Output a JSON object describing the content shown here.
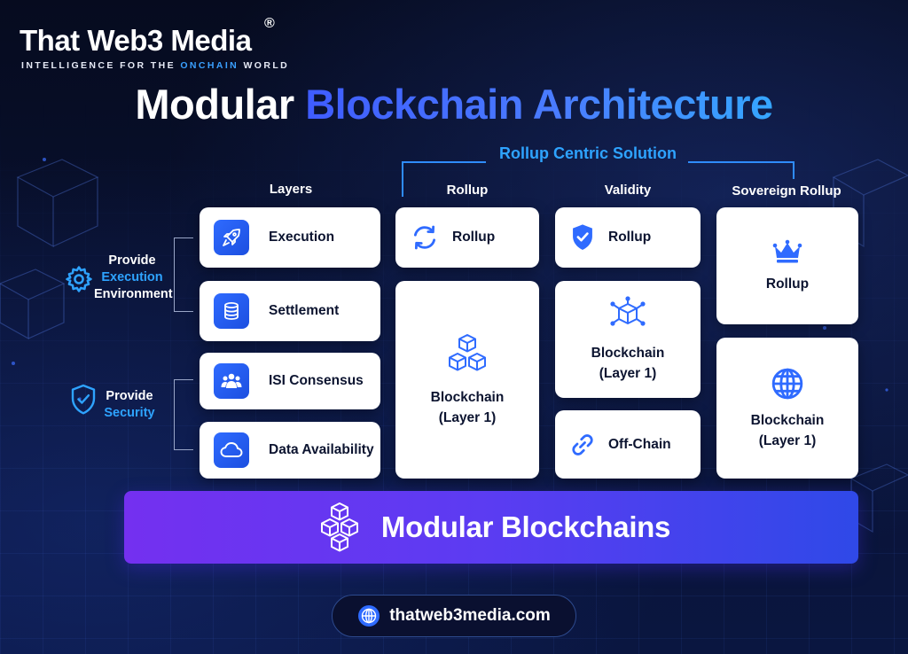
{
  "brand": {
    "name": "That Web3 Media",
    "registered": "®",
    "tagline_start": "INTELLIGENCE FOR THE ",
    "tagline_highlight": "ONCHAIN",
    "tagline_end": " WORLD"
  },
  "title": {
    "part1": "Modular ",
    "part2": "Blockchain Architecture"
  },
  "bracket_label": "Rollup Centric Solution",
  "columns": {
    "layers": "Layers",
    "rollup": "Rollup",
    "validity": "Validity",
    "sovereign": "Sovereign Rollup"
  },
  "side_groups": {
    "execution": {
      "line1": "Provide",
      "line2": "Execution",
      "line3": "Environment",
      "icon": "gear-icon"
    },
    "security": {
      "line1": "Provide",
      "line2": "Security",
      "icon": "shield-icon"
    }
  },
  "layers": [
    {
      "label": "Execution",
      "icon": "rocket-icon"
    },
    {
      "label": "Settlement",
      "icon": "database-icon"
    },
    {
      "label": "ISI Consensus",
      "icon": "users-icon"
    },
    {
      "label": "Data Availability",
      "icon": "cloud-icon"
    }
  ],
  "rollup_col": {
    "top": {
      "label": "Rollup",
      "icon": "sync-icon"
    },
    "bottom": {
      "line1": "Blockchain",
      "line2": "(Layer 1)",
      "icon": "cubes-icon"
    }
  },
  "validity_col": {
    "top": {
      "label": "Rollup",
      "icon": "shield-check-icon"
    },
    "middle": {
      "line1": "Blockchain",
      "line2": "(Layer 1)",
      "icon": "cube-network-icon"
    },
    "bottom": {
      "label": "Off-Chain",
      "icon": "link-icon"
    }
  },
  "sovereign_col": {
    "top": {
      "label": "Rollup",
      "icon": "crown-icon"
    },
    "bottom": {
      "line1": "Blockchain",
      "line2": "(Layer 1)",
      "icon": "globe-icon"
    }
  },
  "banner": {
    "label": "Modular Blockchains",
    "icon": "modular-cubes-icon"
  },
  "website": {
    "label": "thatweb3media.com",
    "icon": "globe-icon"
  },
  "colors": {
    "accent_blue": "#2ea3ff",
    "icon_blue": "#2f6bff",
    "banner_start": "#7430f0",
    "banner_end": "#2f49e8",
    "background": "#060b1f"
  }
}
